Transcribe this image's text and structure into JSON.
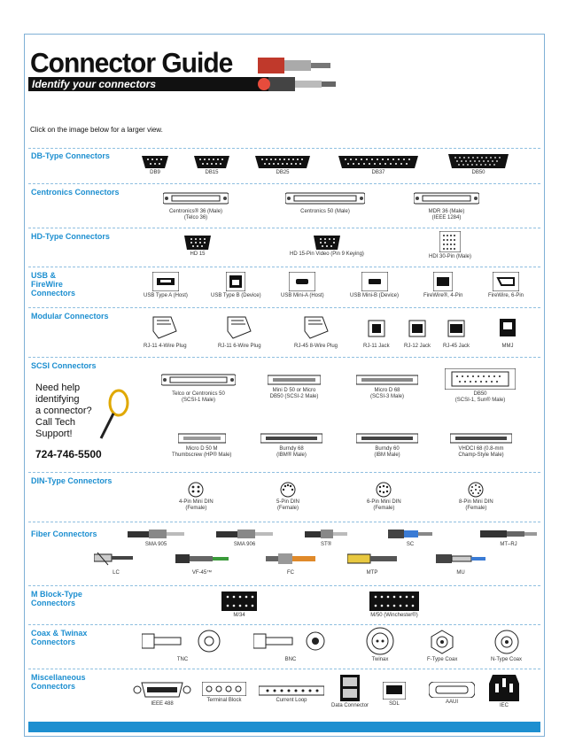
{
  "header": {
    "title": "Connector Guide",
    "subtitle": "Identify your connectors"
  },
  "intro": "Click on the image below for a larger view.",
  "help": {
    "line1": "Need help",
    "line2": "identifying",
    "line3": "a connector?",
    "line4": "Call Tech",
    "line5": "Support!",
    "phone": "724-746-5500"
  },
  "sections": {
    "db": {
      "title": "DB-Type Connectors",
      "items": [
        "DB9",
        "DB15",
        "DB25",
        "DB37",
        "DB50"
      ]
    },
    "centronics": {
      "title": "Centronics Connectors",
      "items": [
        {
          "l1": "Centronics® 36 (Male)",
          "l2": "(Telco 36)"
        },
        {
          "l1": "Centronics 50 (Male)",
          "l2": ""
        },
        {
          "l1": "MDR 36 (Male)",
          "l2": "(IEEE 1284)"
        }
      ]
    },
    "hd": {
      "title": "HD-Type Connectors",
      "items": [
        "HD 15",
        "HD 15-Pin Video (Pin 9 Keying)",
        "HDI 30-Pin (Male)"
      ]
    },
    "usb": {
      "title": "USB & FireWire Connectors",
      "title1": "USB &",
      "title2": "FireWire",
      "title3": "Connectors",
      "items": [
        "USB Type A (Host)",
        "USB Type B (Device)",
        "USB Mini-A (Host)",
        "USB Mini-B (Device)",
        "FireWire®, 4-Pin",
        "FireWire, 6-Pin"
      ]
    },
    "modular": {
      "title": "Modular Connectors",
      "items": [
        "RJ-11 4-Wire Plug",
        "RJ-11 6-Wire Plug",
        "RJ-45 8-Wire Plug",
        "RJ-11 Jack",
        "RJ-12 Jack",
        "RJ-45 Jack",
        "MMJ"
      ]
    },
    "scsi": {
      "title": "SCSI Connectors",
      "items": [
        {
          "l1": "Telco or Centronics 50",
          "l2": "(SCSI-1 Male)"
        },
        {
          "l1": "Mini D 50 or Micro",
          "l2": "DB50 (SCSI-2 Male)"
        },
        {
          "l1": "Micro D 68",
          "l2": "(SCSI-3 Male)"
        },
        {
          "l1": "DB50",
          "l2": "(SCSI-1, Sun® Male)"
        },
        {
          "l1": "Micro D 50 M",
          "l2": "Thumbscrew (HP® Male)"
        },
        {
          "l1": "Burndy 68",
          "l2": "(IBM® Male)"
        },
        {
          "l1": "Burndy 60",
          "l2": "(IBM Male)"
        },
        {
          "l1": "VHDCI 68 (0.8-mm",
          "l2": "Champ-Style Male)"
        }
      ]
    },
    "din": {
      "title": "DIN-Type Connectors",
      "items": [
        {
          "l1": "4-Pin Mini DIN",
          "l2": "(Female)"
        },
        {
          "l1": "5-Pin DIN",
          "l2": "(Female)"
        },
        {
          "l1": "6-Pin Mini DIN",
          "l2": "(Female)"
        },
        {
          "l1": "8-Pin Mini DIN",
          "l2": "(Female)"
        }
      ]
    },
    "fiber": {
      "title": "Fiber Connectors",
      "items": [
        "SMA 905",
        "SMA 906",
        "ST®",
        "SC",
        "MT–RJ",
        "LC",
        "VF-45™",
        "FC",
        "MTP",
        "MU"
      ]
    },
    "mblock": {
      "title": "M Block-Type Connectors",
      "title1": "M Block-Type",
      "title2": "Connectors",
      "items": [
        "M/34",
        "M/50 (Winchester®)"
      ]
    },
    "coax": {
      "title": "Coax & Twinax Connectors",
      "title1": "Coax & Twinax",
      "title2": "Connectors",
      "items": [
        "TNC",
        "BNC",
        "Twinax",
        "F-Type Coax",
        "N-Type Coax"
      ]
    },
    "misc": {
      "title": "Miscellaneous Connectors",
      "title1": "Miscellaneous",
      "title2": "Connectors",
      "items": [
        "IEEE 488",
        "Terminal Block",
        "Current Loop",
        "Data Connector",
        "SDL",
        "AAUI",
        "IEC"
      ]
    }
  },
  "colors": {
    "accent": "#1d8fd0",
    "divider": "#8fbfe0"
  }
}
